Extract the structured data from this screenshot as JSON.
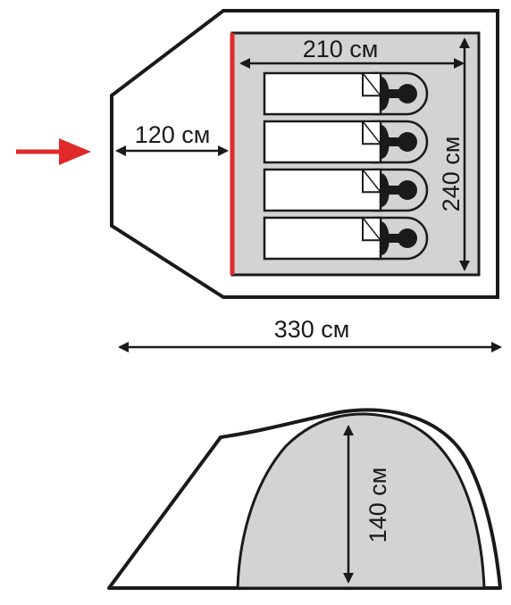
{
  "dimensions": {
    "inner_width": "210 см",
    "vestibule_depth": "120 см",
    "inner_length": "240 см",
    "total_length": "330 см",
    "height": "140 см"
  },
  "sleeping_places": 4,
  "entrance_marker": "arrow-icon",
  "colors": {
    "outline": "#1a1a1a",
    "inner_fill": "#d3d3d3",
    "entrance_door": "#e02a2a",
    "arrow": "#e02a2a"
  }
}
